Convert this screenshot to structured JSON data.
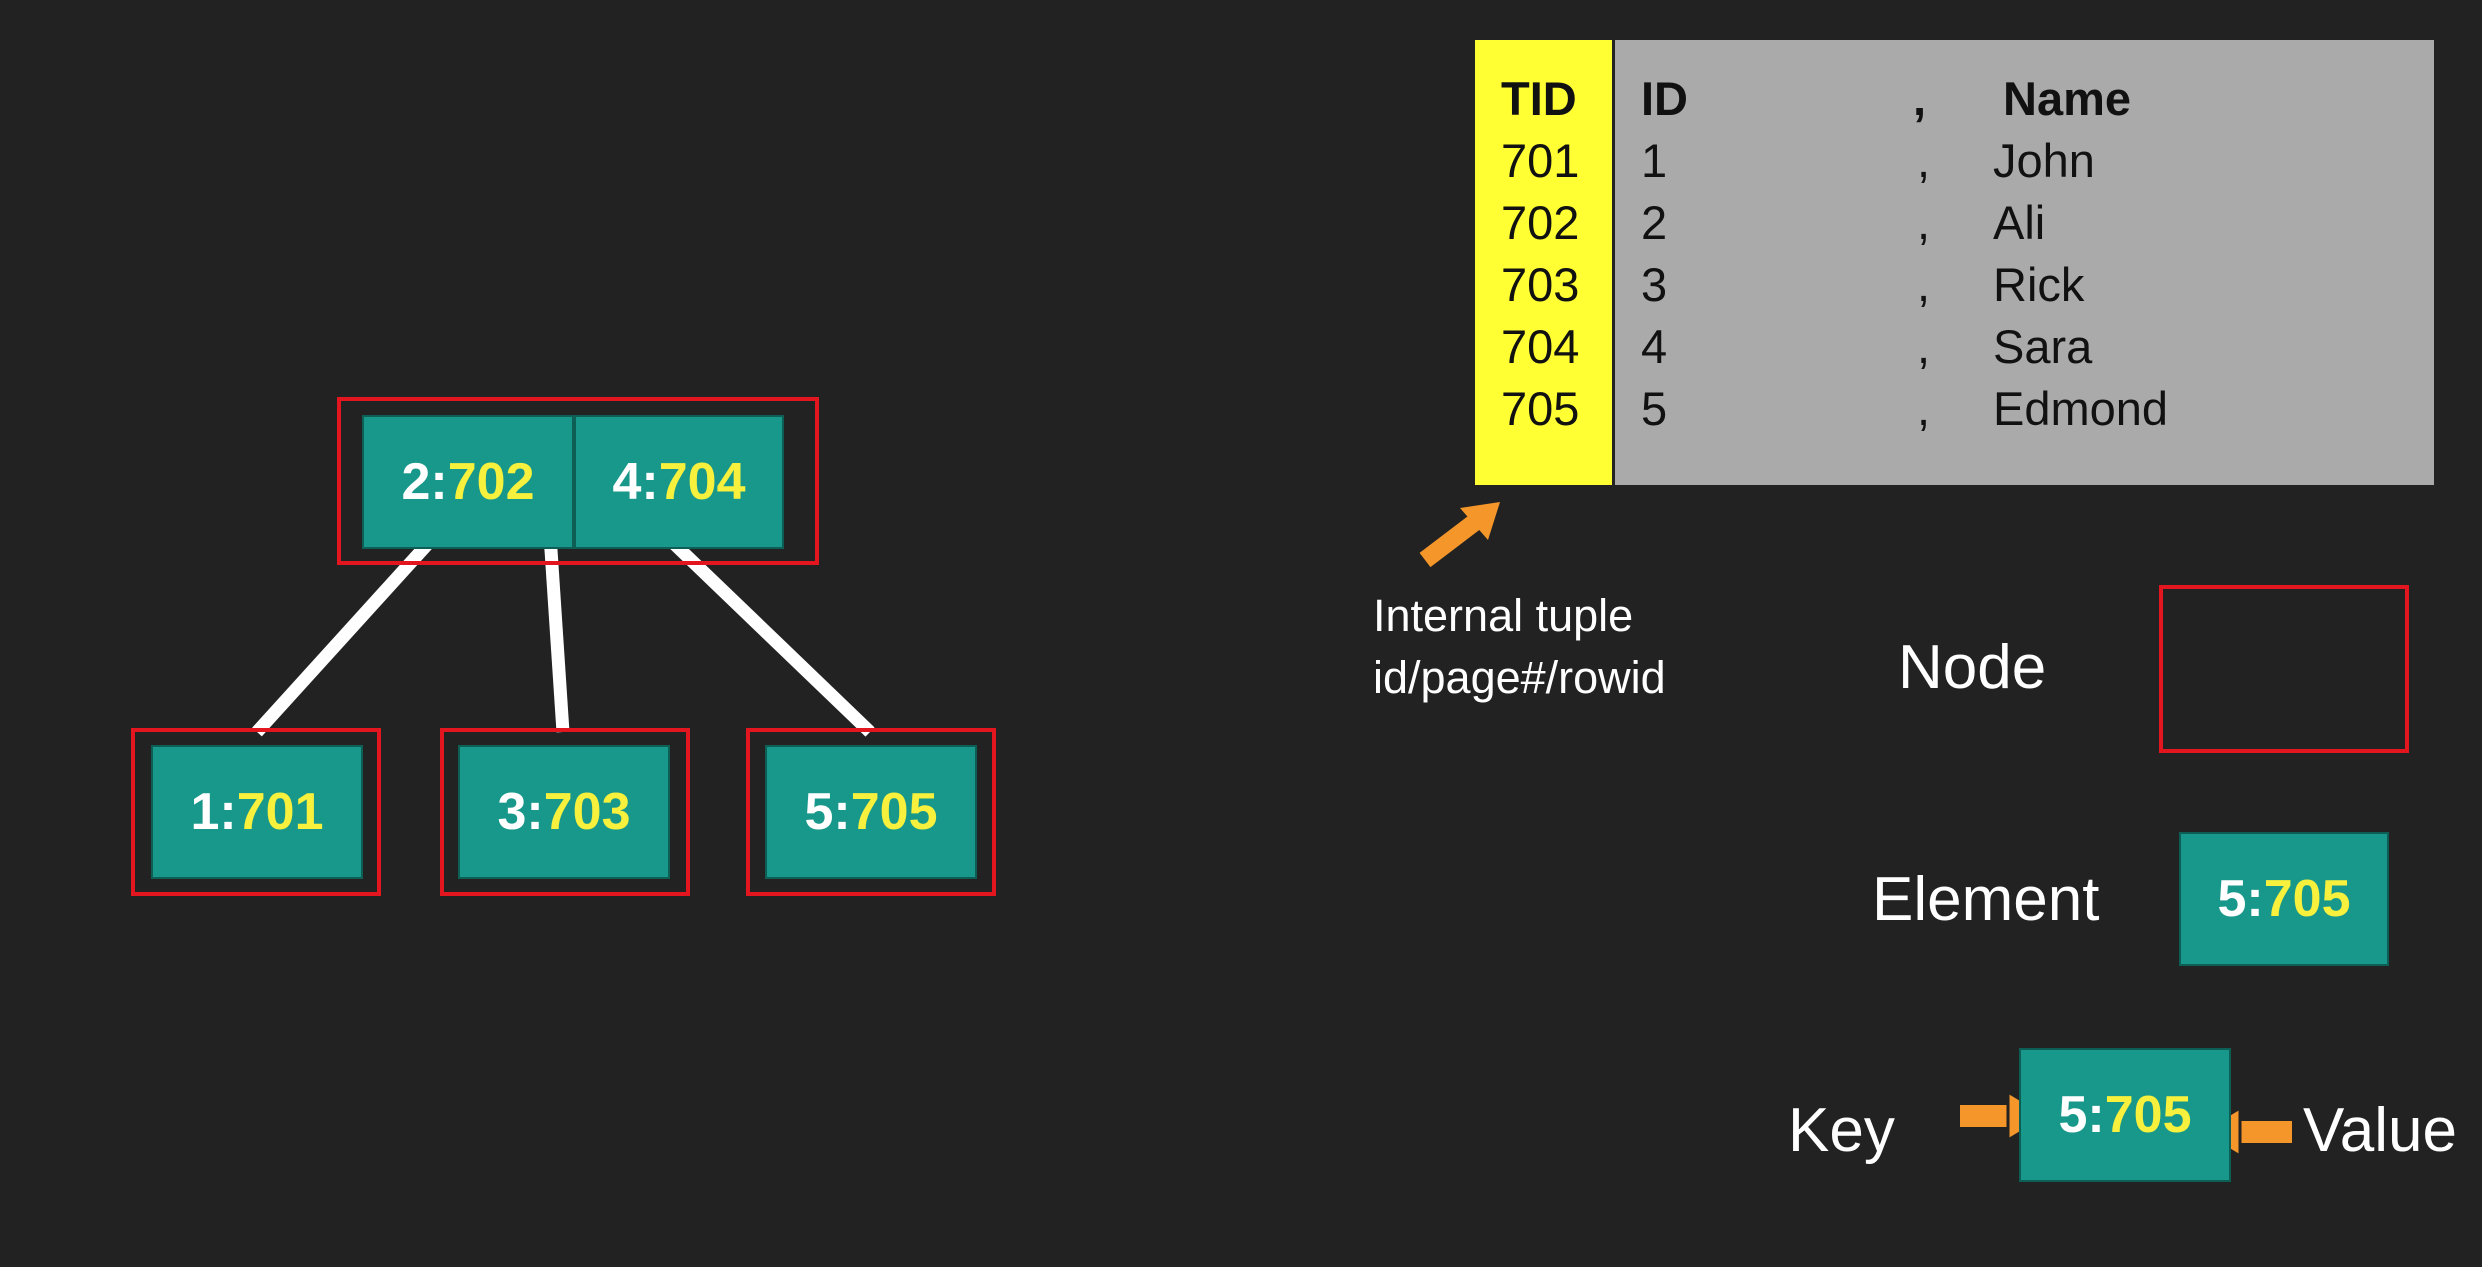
{
  "tree": {
    "root": [
      {
        "key": "2",
        "value": "702"
      },
      {
        "key": "4",
        "value": "704"
      }
    ],
    "leaves": [
      {
        "key": "1",
        "value": "701"
      },
      {
        "key": "3",
        "value": "703"
      },
      {
        "key": "5",
        "value": "705"
      }
    ]
  },
  "table": {
    "headers": {
      "tid": "TID",
      "id": "ID",
      "sep": ",",
      "name": "Name"
    },
    "rows": [
      {
        "tid": "701",
        "id": "1",
        "sep": ",",
        "name": "John"
      },
      {
        "tid": "702",
        "id": "2",
        "sep": ",",
        "name": "Ali"
      },
      {
        "tid": "703",
        "id": "3",
        "sep": ",",
        "name": "Rick"
      },
      {
        "tid": "704",
        "id": "4",
        "sep": ",",
        "name": "Sara"
      },
      {
        "tid": "705",
        "id": "5",
        "sep": ",",
        "name": "Edmond"
      }
    ]
  },
  "annotation": {
    "line1": "Internal tuple",
    "line2": "id/page#/rowid"
  },
  "legend": {
    "node_label": "Node",
    "element_label": "Element",
    "element_key": "5",
    "element_value": "705",
    "key_label": "Key",
    "value_label": "Value",
    "kv_key": "5",
    "kv_value": "705"
  },
  "colors": {
    "background": "#222222",
    "node_border": "#e3151e",
    "element_fill": "#18988b",
    "value_text": "#f7f03c",
    "tid_column": "#ffff33",
    "table_body": "#aaaaaa",
    "arrow": "#f5962a"
  }
}
